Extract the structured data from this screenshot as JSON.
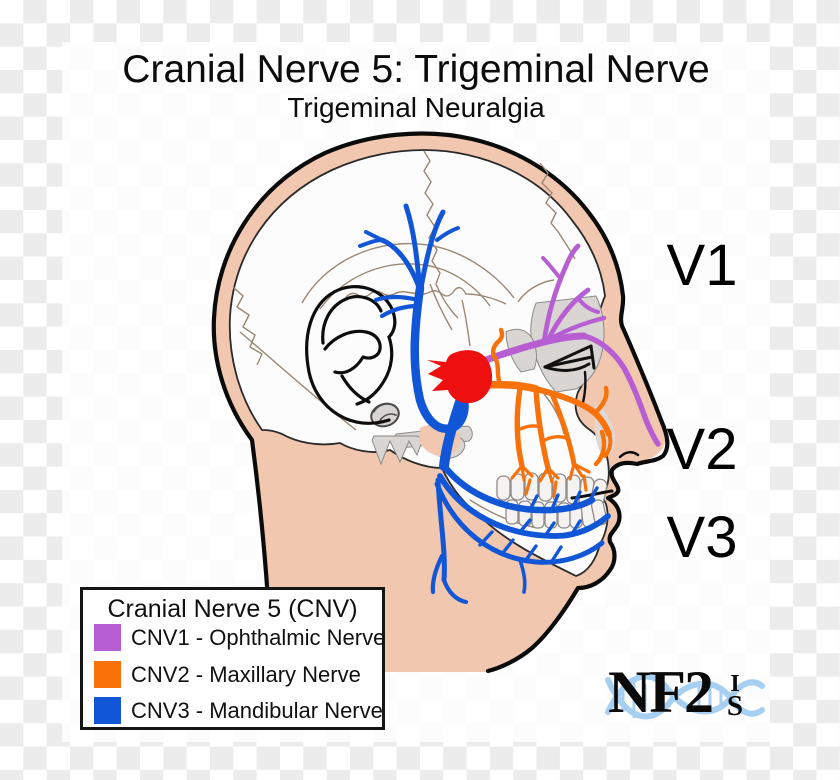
{
  "title": "Cranial Nerve 5: Trigeminal Nerve",
  "subtitle": "Trigeminal Neuralgia",
  "branch_labels": {
    "v1": "V1",
    "v2": "V2",
    "v3": "V3"
  },
  "legend": {
    "title": "Cranial Nerve 5 (CNV)",
    "items": [
      {
        "id": "cnv1",
        "label": "CNV1 - Ophthalmic Nerve",
        "color": "#b75fd2"
      },
      {
        "id": "cnv2",
        "label": "CNV2 - Maxillary Nerve",
        "color": "#f87109"
      },
      {
        "id": "cnv3",
        "label": "CNV3 - Mandibular Nerve",
        "color": "#1156d6"
      }
    ]
  },
  "logo": {
    "main": "NF2",
    "stack_top": "I",
    "stack_bottom": "S",
    "helix_color": "#a6cff2"
  },
  "colors": {
    "skin": "#f2c7af",
    "ophthalmic": "#b75fd2",
    "maxillary": "#f87109",
    "mandibular": "#1156d6",
    "ganglion": "#ee0f0f",
    "outline": "#0b0b0b",
    "bone_line": "#9b8773",
    "gray_shade": "#d9d5d2",
    "checker": "#ececec"
  }
}
